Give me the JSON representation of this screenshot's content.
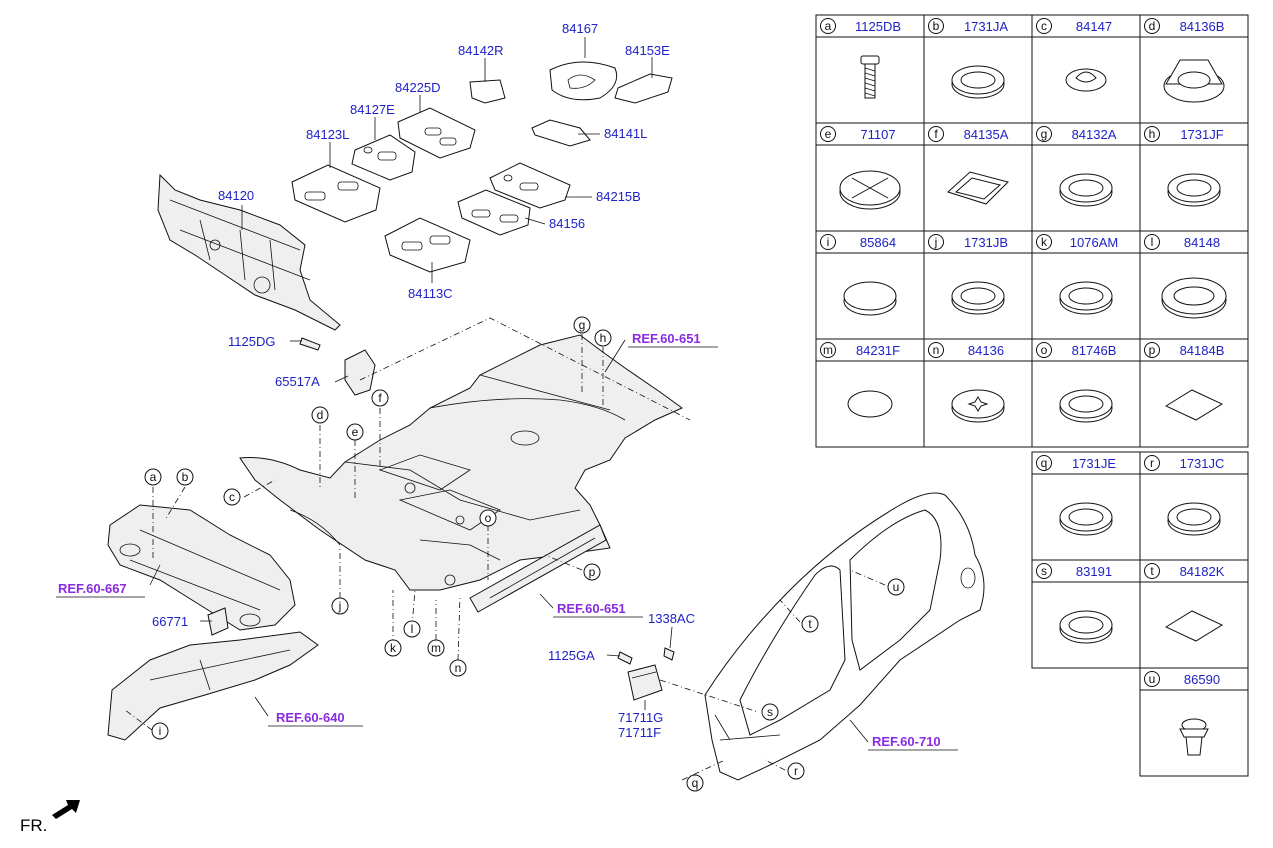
{
  "callouts": {
    "c84167": "84167",
    "c84142R": "84142R",
    "c84153E": "84153E",
    "c84225D": "84225D",
    "c84127E": "84127E",
    "c84123L": "84123L",
    "c84141L": "84141L",
    "c84120": "84120",
    "c84215B": "84215B",
    "c84156": "84156",
    "c84113C": "84113C",
    "c1125DG": "1125DG",
    "c65517A": "65517A",
    "c66771": "66771",
    "c1338AC": "1338AC",
    "c1125GA": "1125GA",
    "c71711G": "71711G",
    "c71711F": "71711F"
  },
  "refs": {
    "r651a": "REF.60-651",
    "r667": "REF.60-667",
    "r651b": "REF.60-651",
    "r640": "REF.60-640",
    "r710": "REF.60-710"
  },
  "letters": [
    "a",
    "b",
    "c",
    "d",
    "e",
    "f",
    "g",
    "h",
    "i",
    "j",
    "k",
    "l",
    "m",
    "n",
    "o",
    "p",
    "q",
    "r",
    "s",
    "t",
    "u"
  ],
  "parts_table": [
    {
      "letter": "a",
      "code": "1125DB"
    },
    {
      "letter": "b",
      "code": "1731JA"
    },
    {
      "letter": "c",
      "code": "84147"
    },
    {
      "letter": "d",
      "code": "84136B"
    },
    {
      "letter": "e",
      "code": "71107"
    },
    {
      "letter": "f",
      "code": "84135A"
    },
    {
      "letter": "g",
      "code": "84132A"
    },
    {
      "letter": "h",
      "code": "1731JF"
    },
    {
      "letter": "i",
      "code": "85864"
    },
    {
      "letter": "j",
      "code": "1731JB"
    },
    {
      "letter": "k",
      "code": "1076AM"
    },
    {
      "letter": "l",
      "code": "84148"
    },
    {
      "letter": "m",
      "code": "84231F"
    },
    {
      "letter": "n",
      "code": "84136"
    },
    {
      "letter": "o",
      "code": "81746B"
    },
    {
      "letter": "p",
      "code": "84184B"
    },
    {
      "letter": "q",
      "code": "1731JE"
    },
    {
      "letter": "r",
      "code": "1731JC"
    },
    {
      "letter": "s",
      "code": "83191"
    },
    {
      "letter": "t",
      "code": "84182K"
    },
    {
      "letter": "u",
      "code": "86590"
    }
  ],
  "direction_label": "FR."
}
